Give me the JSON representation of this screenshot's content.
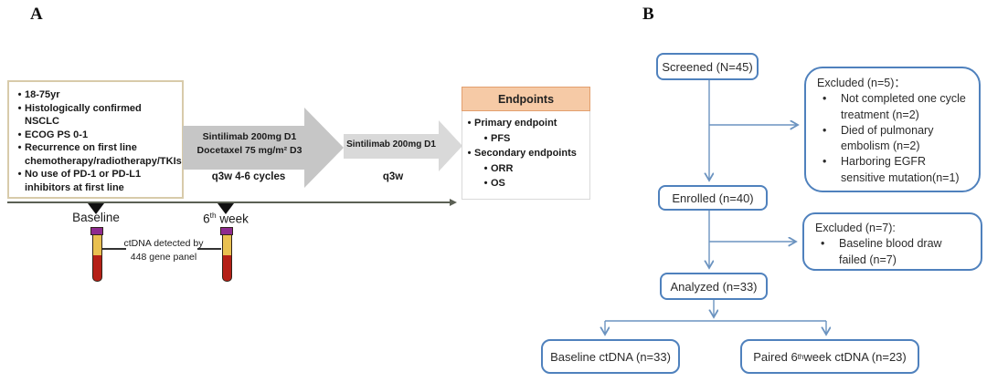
{
  "figure": {
    "panelA_label": "A",
    "panelB_label": "B"
  },
  "colors": {
    "blue": "#4f81bd",
    "blue-line": "#6b93c0",
    "arrow-dark": "#c6c6c6",
    "arrow-light": "#d9d9d9",
    "peach-bg": "#f6caa6",
    "peach-border": "#e29f6e",
    "tan-border": "#d8cbaa",
    "timeline": "#5b6054",
    "tube-cap": "#8d2b8f",
    "tube-serum": "#e9c050",
    "tube-blood": "#b52017"
  },
  "panelA": {
    "eligibility": {
      "items": [
        "18-75yr",
        "Histologically confirmed NSCLC",
        "ECOG PS 0-1",
        "Recurrence on first line chemotherapy/radiotherapy/TKIs",
        "No use of PD-1 or PD-L1 inhibitors at first line"
      ]
    },
    "arrow1": {
      "line1": "Sintilimab 200mg D1",
      "line2": "Docetaxel 75 mg/m² D3",
      "schedule": "q3w 4-6 cycles"
    },
    "arrow2": {
      "line1": "Sintilimab 200mg D1",
      "schedule": "q3w"
    },
    "endpoints": {
      "title": "Endpoints",
      "primary_label": "Primary endpoint",
      "primary_items": [
        "PFS"
      ],
      "secondary_label": "Secondary endpoints",
      "secondary_items": [
        "ORR",
        "OS"
      ]
    },
    "timeline": {
      "baseline_label": "Baseline",
      "week6_num": "6",
      "week6_sup": "th",
      "week6_rest": " week",
      "assay_line1": "ctDNA detected by",
      "assay_line2": "448 gene panel"
    }
  },
  "panelB": {
    "boxes": {
      "screened": "Screened (N=45)",
      "excluded5_title": "Excluded (n=5)：",
      "excluded5_items": [
        "Not completed one cycle treatment (n=2)",
        "Died of pulmonary embolism (n=2)",
        "Harboring EGFR sensitive mutation(n=1)"
      ],
      "enrolled": "Enrolled (n=40)",
      "excluded7_title": "Excluded (n=7):",
      "excluded7_items": [
        "Baseline blood draw failed (n=7)"
      ],
      "analyzed": "Analyzed (n=33)",
      "baseline_ctdna": "Baseline ctDNA (n=33)",
      "paired_prefix": "Paired 6",
      "paired_sup": "th",
      "paired_rest": " week  ctDNA (n=23)"
    }
  }
}
